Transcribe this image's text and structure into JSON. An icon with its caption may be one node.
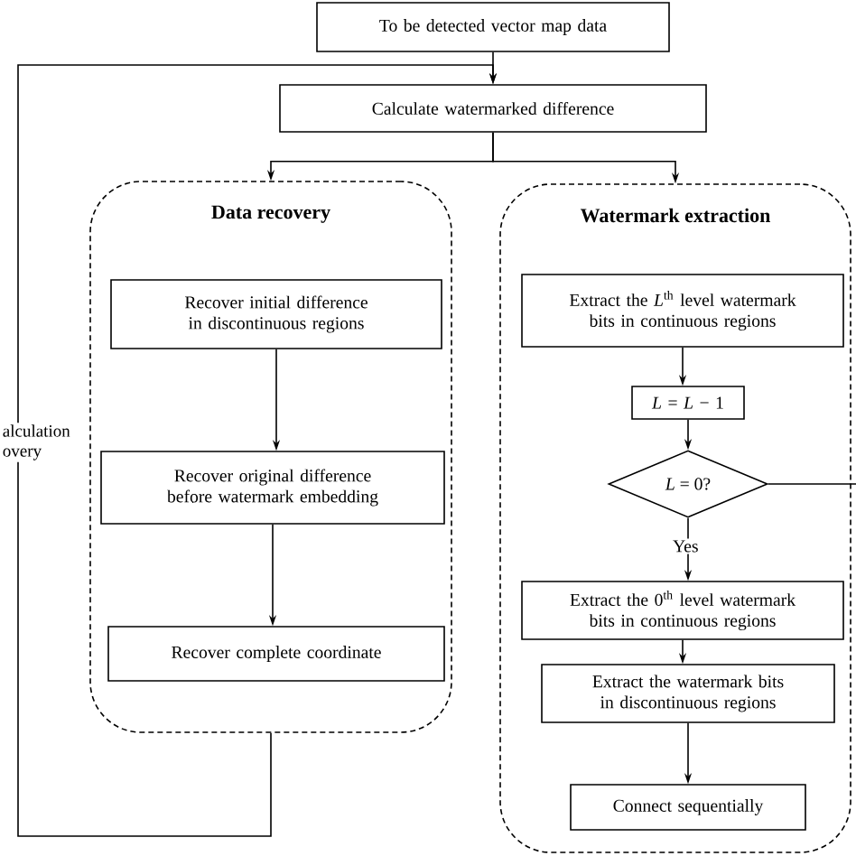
{
  "diagram": {
    "nodes": [
      {
        "text": [
          "To be detected vector map data"
        ]
      },
      {
        "text": [
          "Calculate watermarked difference"
        ]
      },
      {
        "text": [
          "Data recovery"
        ]
      },
      {
        "text": [
          "Watermark extraction"
        ]
      },
      {
        "text": [
          "Recover initial difference in discontinuous regions"
        ],
        "in": 2
      },
      {
        "text": [
          "Recover original difference before watermark embedding"
        ],
        "in": 2
      },
      {
        "text": [
          "Recover complete coordinate"
        ],
        "in": 2
      },
      {
        "text": [
          "Extract the *L*$^{th}$ level watermark bits in continuous regions"
        ],
        "in": 3
      },
      {
        "text": [
          "*L* = *L* − 1"
        ],
        "in": 3
      },
      {
        "text": [
          "*L* = 0?"
        ],
        "in": 3
      },
      {
        "text": [
          "Extract the 0$^{th}$ level watermark bits in continuous regions"
        ],
        "in": 3
      },
      {
        "text": [
          "Extract the watermark bits in discontinuous regions"
        ],
        "in": 3
      },
      {
        "text": [
          "Connect sequentially"
        ],
        "in": 3
      }
    ],
    "edges": [
      {
        "from": 0,
        "to": 1,
        "arrow": "to"
      },
      {
        "from": 1,
        "to": 2,
        "arrow": "to"
      },
      {
        "from": 1,
        "to": 3,
        "arrow": "to"
      },
      {
        "from": 2,
        "to": 1,
        "arrow": "to",
        "label": "alculation overy"
      },
      {
        "from": 4,
        "to": 5,
        "arrow": "to"
      },
      {
        "from": 5,
        "to": 6,
        "arrow": "to"
      },
      {
        "from": 7,
        "to": 8,
        "arrow": "to"
      },
      {
        "from": 8,
        "to": 9,
        "arrow": "to"
      },
      {
        "from": 9,
        "to": 10,
        "arrow": "to",
        "label": "Yes"
      },
      {
        "from": 9,
        "to": null,
        "arrow": "none"
      },
      {
        "from": 10,
        "to": 11,
        "arrow": "to"
      },
      {
        "from": 11,
        "to": 12,
        "arrow": "to"
      }
    ]
  }
}
